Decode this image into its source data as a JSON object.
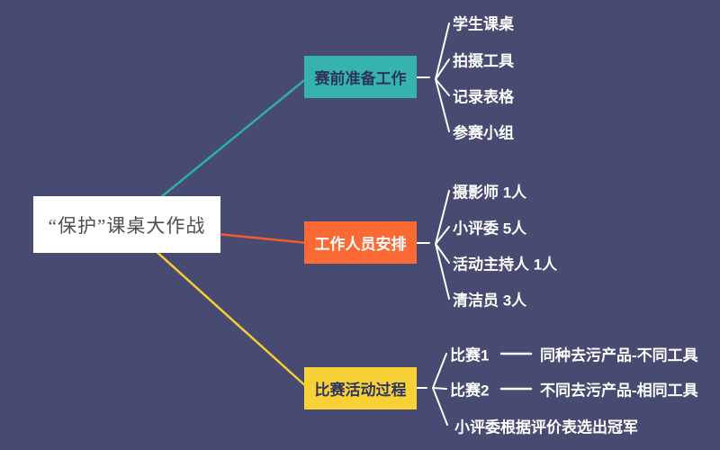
{
  "root": {
    "label": "“保护”课桌大作战"
  },
  "branches": [
    {
      "label": "赛前准备工作",
      "color": "#36b3ab",
      "text_color": "#2e3462",
      "children": [
        {
          "label": "学生课桌"
        },
        {
          "label": "拍摄工具"
        },
        {
          "label": "记录表格"
        },
        {
          "label": "参赛小组"
        }
      ]
    },
    {
      "label": "工作人员安排",
      "color": "#fb6a34",
      "text_color": "#ffffff",
      "children": [
        {
          "label": "摄影师 1人"
        },
        {
          "label": "小评委 5人"
        },
        {
          "label": "活动主持人 1人"
        },
        {
          "label": "清洁员 3人"
        }
      ]
    },
    {
      "label": "比赛活动过程",
      "color": "#f8d136",
      "text_color": "#2e3462",
      "children": [
        {
          "label": "比赛1",
          "sub": "同种去污产品-不同工具"
        },
        {
          "label": "比赛2",
          "sub": "不同去污产品-相同工具"
        },
        {
          "label": "小评委根据评价表选出冠军"
        }
      ]
    }
  ],
  "colors": {
    "background": "#474b72",
    "leaf_text": "#ffffff",
    "root_bg": "#ffffff",
    "root_text": "#4f4f4f",
    "connector_white": "#ffffff"
  }
}
